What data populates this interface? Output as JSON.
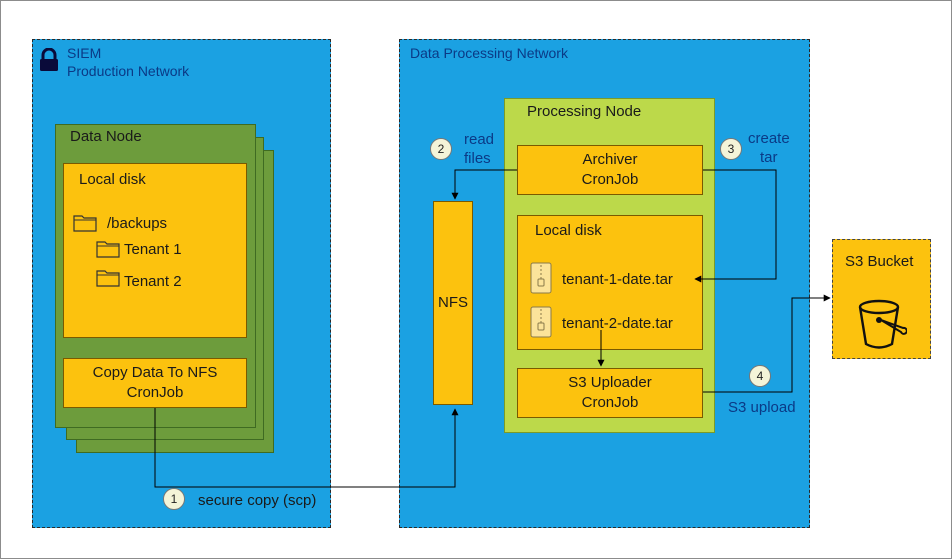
{
  "siem_network": {
    "line1": "SIEM",
    "line2": "Production Network",
    "icon": "lock-icon"
  },
  "data_node": {
    "title": "Data Node",
    "local_disk": {
      "title": "Local disk",
      "backups": "/backups",
      "tenant1": "Tenant 1",
      "tenant2": "Tenant 2"
    },
    "cronjob": {
      "line1": "Copy Data To NFS",
      "line2": "CronJob"
    }
  },
  "processing_network": {
    "title": "Data Processing Network"
  },
  "nfs": {
    "label": "NFS"
  },
  "processing_node": {
    "title": "Processing Node",
    "archiver": {
      "line1": "Archiver",
      "line2": "CronJob"
    },
    "local_disk": {
      "title": "Local disk",
      "file1": "tenant-1-date.tar",
      "file2": "tenant-2-date.tar"
    },
    "uploader": {
      "line1": "S3 Uploader",
      "line2": "CronJob"
    }
  },
  "s3_bucket": {
    "title": "S3 Bucket",
    "icon": "bucket-icon"
  },
  "steps": [
    {
      "number": "1",
      "label": "secure copy (scp)"
    },
    {
      "number": "2",
      "line1": "read",
      "line2": "files"
    },
    {
      "number": "3",
      "line1": "create",
      "line2": "tar"
    },
    {
      "number": "4",
      "label": "S3 upload"
    }
  ],
  "colors": {
    "network_blue": "#1ba1e2",
    "node_green": "#6d9c3c",
    "node_light_green": "#bcd94a",
    "component_yellow": "#fcc20e",
    "label_navy": "#0b3a86"
  }
}
